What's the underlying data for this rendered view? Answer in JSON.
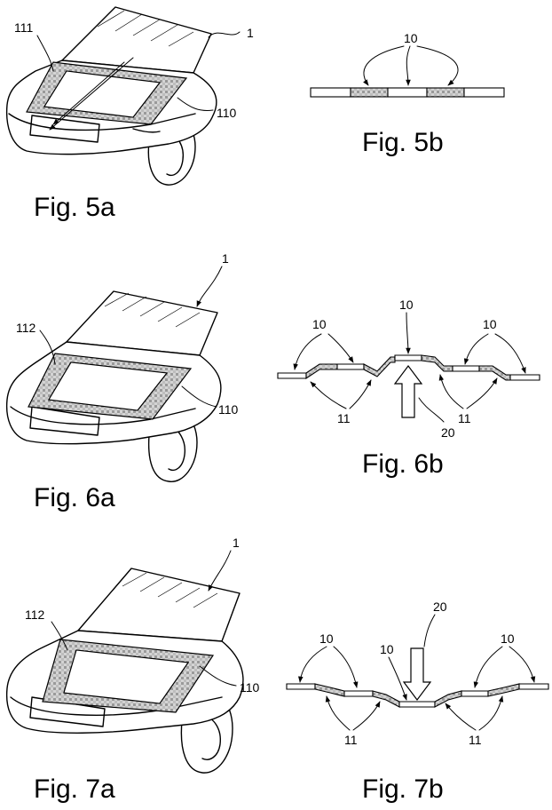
{
  "figures": {
    "fig5a": {
      "caption": "Fig. 5a",
      "labels": {
        "vehicle": "1",
        "top_left": "111",
        "right": "110"
      }
    },
    "fig5b": {
      "caption": "Fig. 5b",
      "labels": {
        "top": "10"
      }
    },
    "fig6a": {
      "caption": "Fig. 6a",
      "labels": {
        "vehicle": "1",
        "top_left": "112",
        "right": "110"
      }
    },
    "fig6b": {
      "caption": "Fig. 6b",
      "labels": {
        "top_left": "10",
        "top_center": "10",
        "top_right": "10",
        "bottom_left": "11",
        "bottom_right": "11",
        "arrow": "20"
      }
    },
    "fig7a": {
      "caption": "Fig. 7a",
      "labels": {
        "vehicle": "1",
        "top_left": "112",
        "right": "110"
      }
    },
    "fig7b": {
      "caption": "Fig. 7b",
      "labels": {
        "top_left": "10",
        "center": "10",
        "top_right": "10",
        "bottom_left": "11",
        "bottom_right": "11",
        "arrow": "20"
      }
    }
  }
}
